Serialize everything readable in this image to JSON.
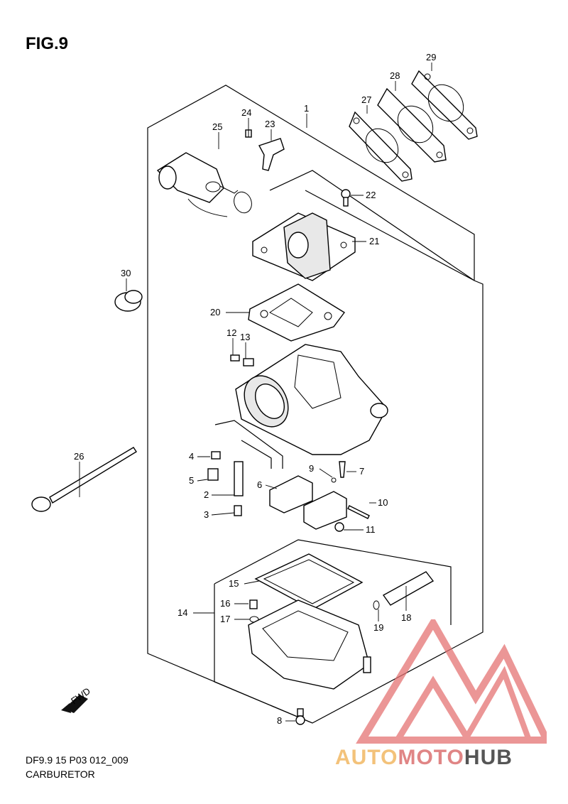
{
  "figure": {
    "title": "FIG.9",
    "code": "DF9.9 15 P03 012_009",
    "name": "CARBURETOR",
    "direction_label": "FWD"
  },
  "callouts": [
    "1",
    "2",
    "3",
    "4",
    "5",
    "6",
    "7",
    "8",
    "9",
    "10",
    "11",
    "12",
    "13",
    "14",
    "15",
    "16",
    "17",
    "18",
    "19",
    "20",
    "21",
    "22",
    "23",
    "24",
    "25",
    "26",
    "27",
    "28",
    "29",
    "30"
  ],
  "watermark": {
    "part1": "AUTO",
    "part2": "MOTO",
    "part3": "HUB",
    "colors": {
      "auto": "#f3c27a",
      "moto": "#e08585",
      "hub": "#555555",
      "logo": "#e57373"
    }
  }
}
